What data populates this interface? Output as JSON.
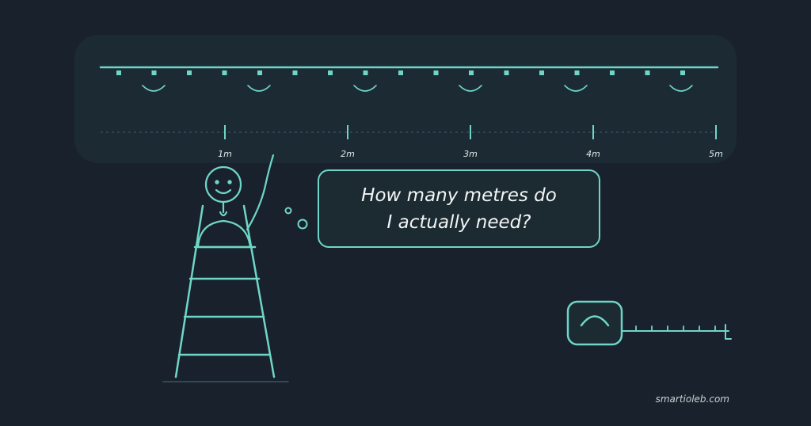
{
  "ruler": {
    "tick_labels": [
      "1m",
      "2m",
      "3m",
      "4m",
      "5m"
    ]
  },
  "bubble": {
    "text": "How many metres do\nI actually need?"
  },
  "watermark": "smartioleb.com",
  "colors": {
    "background": "#19212c",
    "panel": "#1b2a33",
    "accent": "#6fd6c7",
    "text": "#f2f5f5"
  },
  "icons": [
    "light-strip-icon",
    "stick-figure-icon",
    "ladder-icon",
    "thought-bubble-icon",
    "tape-measure-icon"
  ]
}
